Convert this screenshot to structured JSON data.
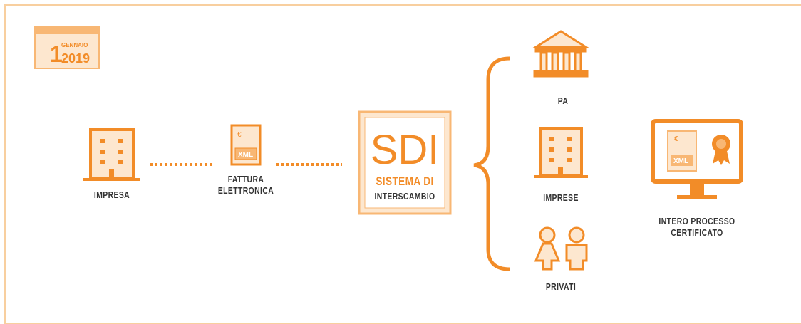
{
  "date_badge": {
    "day": "1",
    "month": "GENNAIO",
    "year": "2019"
  },
  "nodes": {
    "impresa": "IMPRESA",
    "fattura_line1": "FATTURA",
    "fattura_line2": "ELETTRONICA",
    "doc_currency": "€",
    "doc_format": "XML",
    "sdi_acronym": "SDI",
    "sdi_line1": "SISTEMA DI",
    "sdi_line2": "INTERSCAMBIO",
    "pa": "PA",
    "imprese": "IMPRESE",
    "privati": "PRIVATI",
    "certificato_line1": "INTERO PROCESSO",
    "certificato_line2": "CERTIFICATO"
  },
  "colors": {
    "accent": "#f28c28",
    "accent_light": "#fde7cf",
    "frame_border": "#f8cf9f",
    "text": "#333333"
  }
}
